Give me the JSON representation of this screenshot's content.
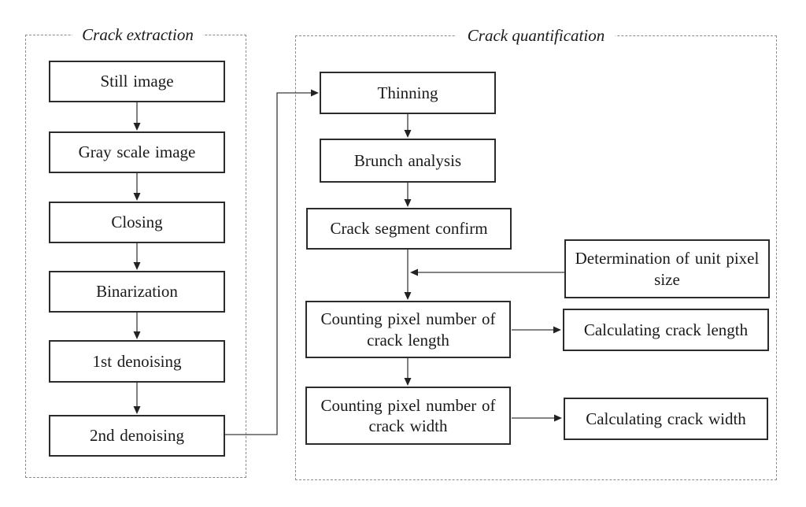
{
  "extraction": {
    "title": "Crack extraction",
    "nodes": [
      "Still image",
      "Gray scale image",
      "Closing",
      "Binarization",
      "1st denoising",
      "2nd denoising"
    ]
  },
  "quantification": {
    "title": "Crack quantification",
    "nodes": [
      "Thinning",
      "Brunch analysis",
      "Crack segment confirm",
      "Counting pixel number of crack length",
      "Counting pixel number of crack width"
    ],
    "inputs": [
      "Determination of unit pixel size"
    ],
    "outputs": [
      "Calculating crack length",
      "Calculating crack width"
    ]
  },
  "edges": [
    {
      "from": "Still image",
      "to": "Gray scale image"
    },
    {
      "from": "Gray scale image",
      "to": "Closing"
    },
    {
      "from": "Closing",
      "to": "Binarization"
    },
    {
      "from": "Binarization",
      "to": "1st denoising"
    },
    {
      "from": "1st denoising",
      "to": "2nd denoising"
    },
    {
      "from": "2nd denoising",
      "to": "Thinning"
    },
    {
      "from": "Thinning",
      "to": "Brunch analysis"
    },
    {
      "from": "Brunch analysis",
      "to": "Crack segment confirm"
    },
    {
      "from": "Crack segment confirm",
      "to": "Counting pixel number of crack length"
    },
    {
      "from": "Determination of unit pixel size",
      "to": "Counting pixel number of crack length"
    },
    {
      "from": "Counting pixel number of crack length",
      "to": "Calculating crack length"
    },
    {
      "from": "Counting pixel number of crack length",
      "to": "Counting pixel number of crack width"
    },
    {
      "from": "Counting pixel number of crack width",
      "to": "Calculating crack width"
    }
  ],
  "colors": {
    "background": "#ffffff",
    "box_border": "#2b2b2b",
    "dashed_border": "#8c8c8c",
    "connector": "#3a3a3a",
    "text": "#1a1a1a"
  }
}
